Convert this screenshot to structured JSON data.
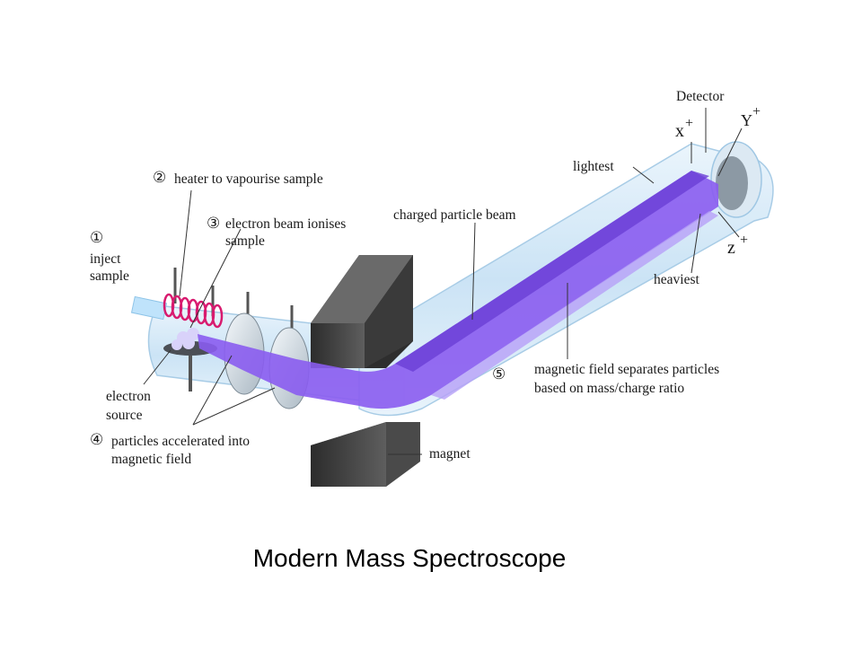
{
  "labels": {
    "step1_num": "①",
    "step1_text": "inject",
    "step1_text2": "sample",
    "step2_num": "②",
    "step2_text": "heater to vapourise sample",
    "step3_num": "③",
    "step3_text": "electron beam ionises",
    "step3_text2": "sample",
    "electron_source": "electron",
    "electron_source2": "source",
    "step4_num": "④",
    "step4_text": "particles accelerated into",
    "step4_text2": "magnetic field",
    "charged_beam": "charged particle beam",
    "magnet": "magnet",
    "step5_num": "⑤",
    "step5_text": "magnetic field separates particles",
    "step5_text2": "based on mass/charge ratio",
    "detector": "Detector",
    "lightest": "lightest",
    "heaviest": "heaviest",
    "ion_x": "x",
    "ion_y": "Y",
    "ion_z": "z",
    "plus": "+"
  },
  "caption": "Modern Mass Spectroscope",
  "colors": {
    "tube": "#cfe6f6",
    "beam": "#8a5cf0",
    "magnet": "#3c3c3c",
    "heater": "#d81b6f"
  }
}
